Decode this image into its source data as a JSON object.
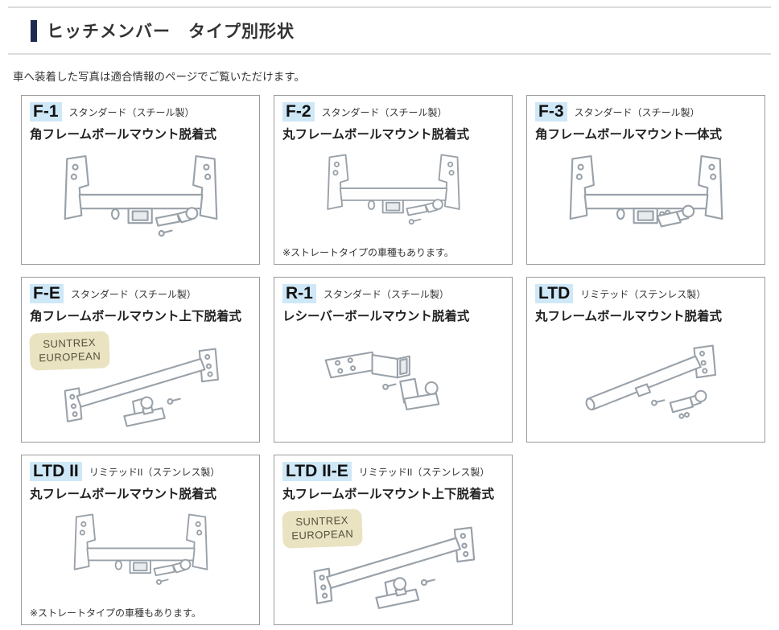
{
  "page": {
    "title": "ヒッチメンバー　タイプ別形状",
    "subtitle": "車へ装着した写真は適合情報のページでご覧いただけます。"
  },
  "badge": {
    "line1": "SUNTREX",
    "line2": "EUROPEAN"
  },
  "colors": {
    "accent_bar": "#1d2b52",
    "code_highlight": "#cfe8f8",
    "badge_background": "#e9e3c1",
    "card_border": "#999999",
    "drawing_line": "#99a1a9"
  },
  "cards": [
    {
      "code": "F-1",
      "grade": "スタンダード（スチール製）",
      "name": "角フレームボールマウント脱着式"
    },
    {
      "code": "F-2",
      "grade": "スタンダード（スチール製）",
      "name": "丸フレームボールマウント脱着式",
      "note": "※ストレートタイプの車種もあります。"
    },
    {
      "code": "F-3",
      "grade": "スタンダード（スチール製）",
      "name": "角フレームボールマウント一体式"
    },
    {
      "code": "F-E",
      "grade": "スタンダード（スチール製）",
      "name": "角フレームボールマウント上下脱着式",
      "badge": "SUNTREX EUROPEAN"
    },
    {
      "code": "R-1",
      "grade": "スタンダード（スチール製）",
      "name": "レシーバーボールマウント脱着式"
    },
    {
      "code": "LTD",
      "grade": "リミテッド（ステンレス製）",
      "name": "丸フレームボールマウント脱着式"
    },
    {
      "code": "LTD II",
      "grade": "リミテッドII（ステンレス製）",
      "name": "丸フレームボールマウント脱着式",
      "note": "※ストレートタイプの車種もあります。"
    },
    {
      "code": "LTD II-E",
      "grade": "リミテッドII（ステンレス製）",
      "name": "丸フレームボールマウント上下脱着式",
      "badge": "SUNTREX EUROPEAN"
    }
  ]
}
